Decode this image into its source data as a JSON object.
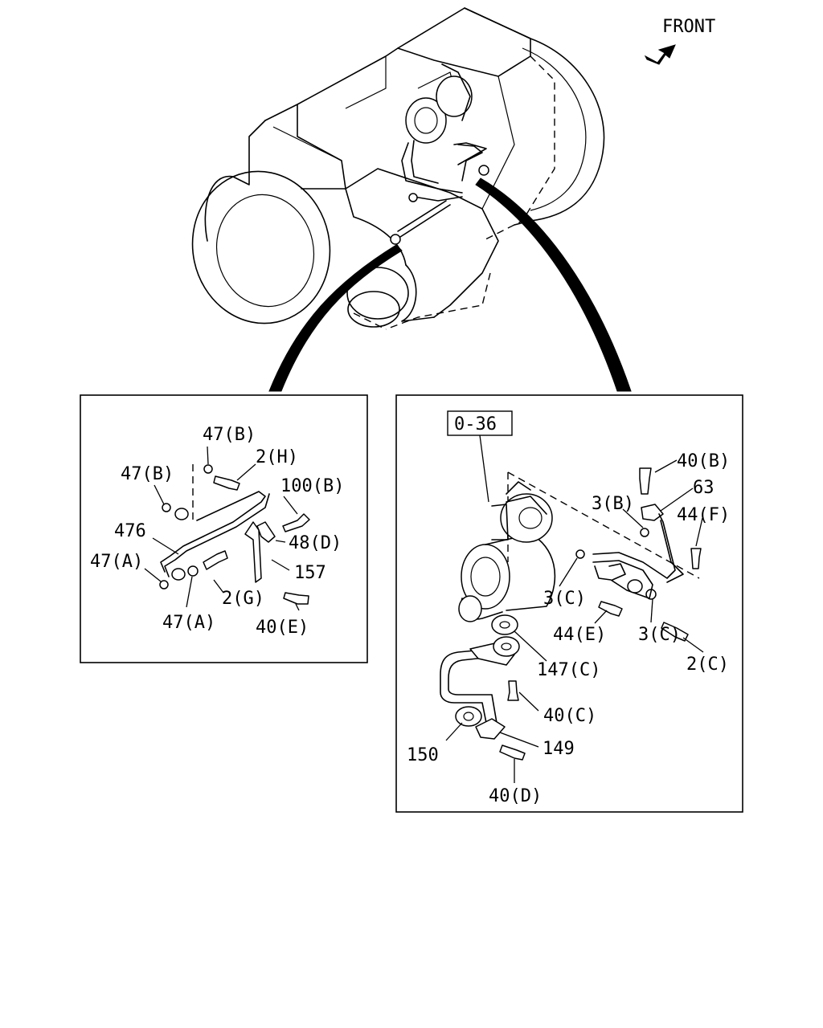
{
  "direction": {
    "label": "FRONT",
    "icon": "arrow-front-icon"
  },
  "left_panel": {
    "labels": [
      "47(B)",
      "2(H)",
      "47(B)",
      "100(B)",
      "476",
      "48(D)",
      "47(A)",
      "157",
      "2(G)",
      "47(A)",
      "40(E)"
    ]
  },
  "right_panel": {
    "ref_box": "0-36",
    "labels": [
      "40(B)",
      "63",
      "3(B)",
      "44(F)",
      "3(C)",
      "44(E)",
      "3(C)",
      "2(C)",
      "147(C)",
      "40(C)",
      "150",
      "149",
      "40(D)"
    ]
  }
}
